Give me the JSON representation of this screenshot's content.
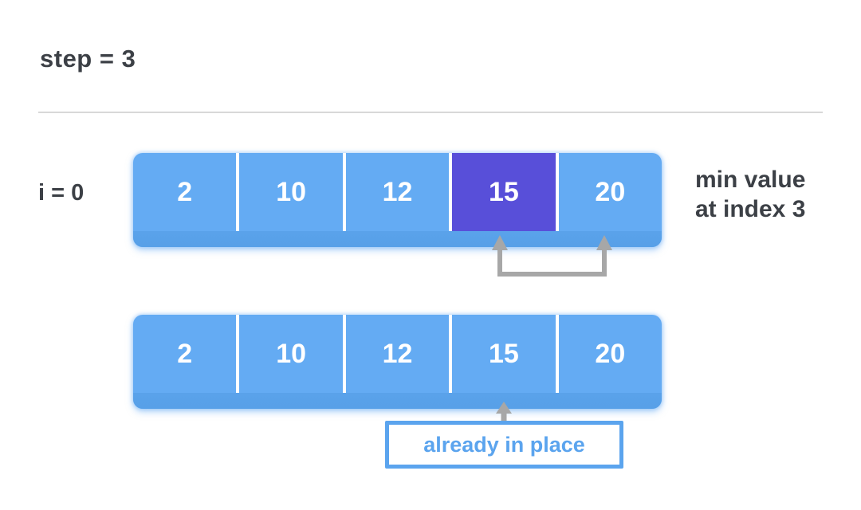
{
  "header": {
    "step_label": "step = 3"
  },
  "top_section": {
    "iteration_label": "i = 0",
    "array": {
      "values": [
        2,
        10,
        12,
        15,
        20
      ],
      "highlight_index": 3
    },
    "annotation": {
      "line1": "min value",
      "line2": "at index 3"
    }
  },
  "bottom_section": {
    "array": {
      "values": [
        2,
        10,
        12,
        15,
        20
      ]
    },
    "callout_label": "already in place"
  },
  "colors": {
    "cell_blue": "#64abf3",
    "cell_band_blue": "#57a0e8",
    "highlight_purple": "#584fd9",
    "arrow_gray": "#a7a7a7",
    "text_dark": "#3c4046",
    "accent_blue": "#5ba4ee",
    "divider_gray": "#d8d8d8",
    "cell_text_white": "#ffffff"
  }
}
